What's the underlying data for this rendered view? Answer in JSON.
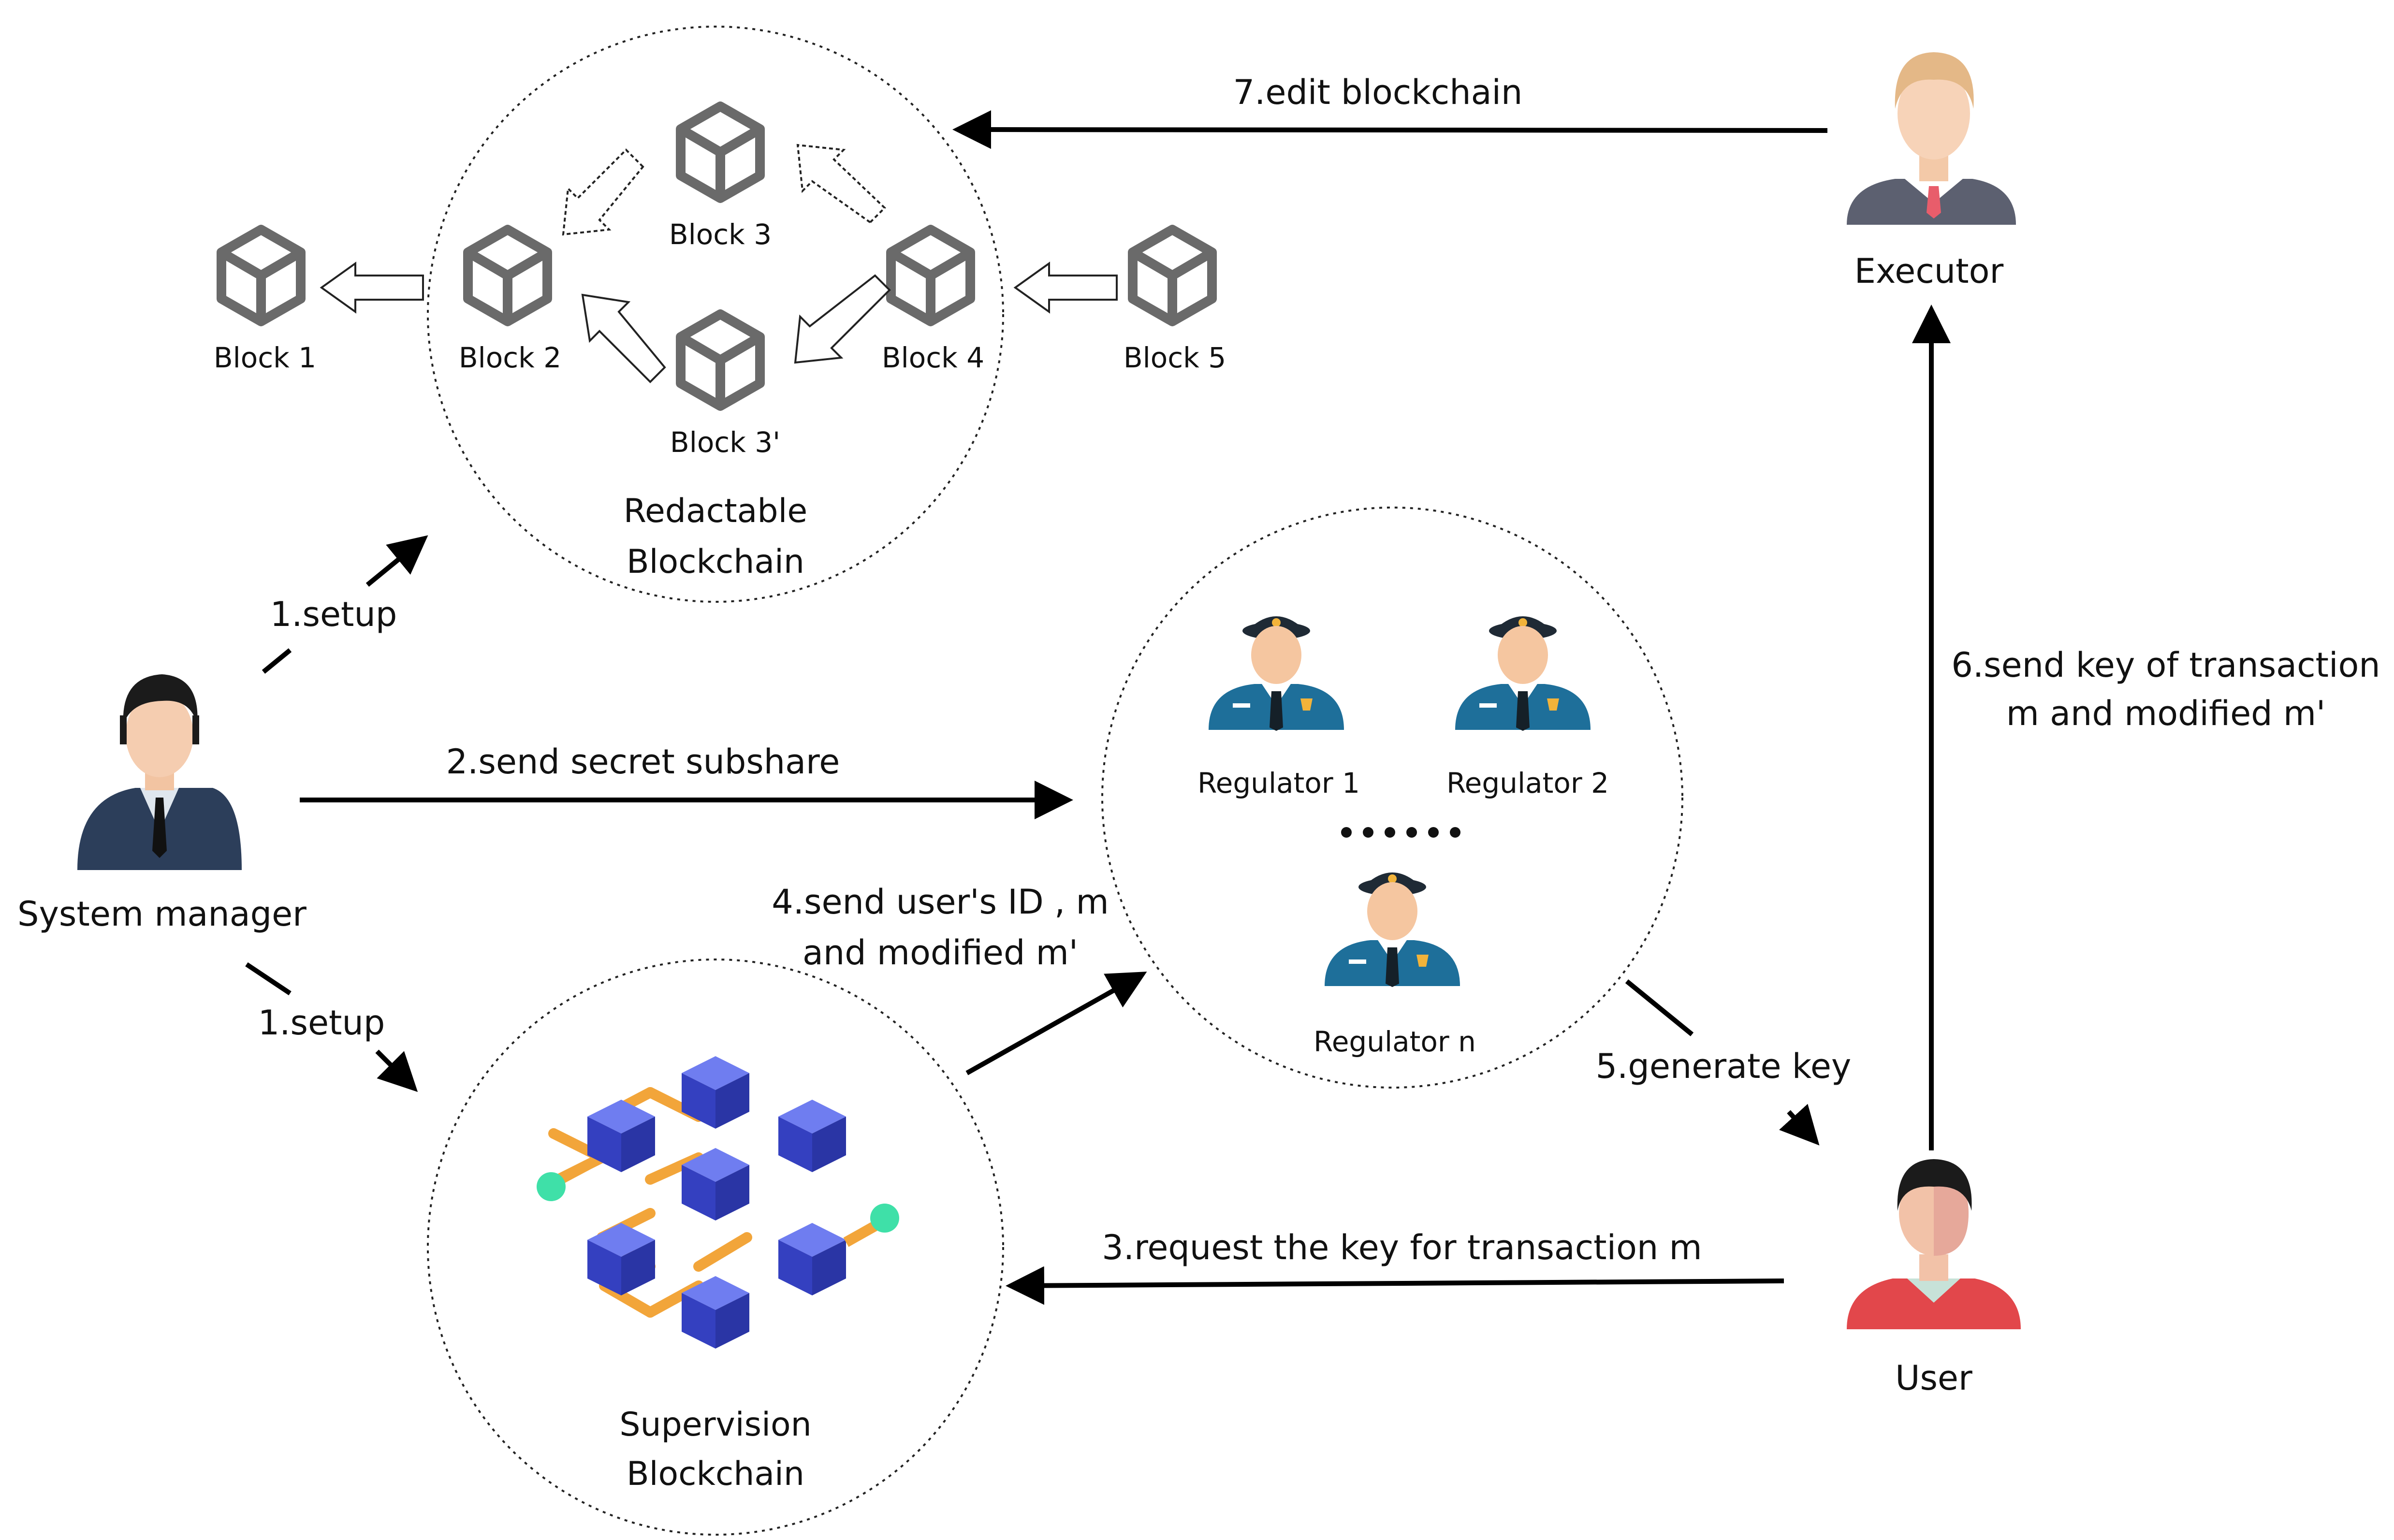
{
  "redactable": {
    "title_line1": "Redactable",
    "title_line2": "Blockchain",
    "blocks": [
      "Block 1",
      "Block 2",
      "Block 3",
      "Block 3'",
      "Block 4",
      "Block 5"
    ]
  },
  "supervision": {
    "title_line1": "Supervision",
    "title_line2": "Blockchain"
  },
  "regulators": [
    "Regulator 1",
    "Regulator 2",
    "Regulator n"
  ],
  "actors": {
    "system_manager": "System manager",
    "executor": "Executor",
    "user": "User"
  },
  "steps": {
    "setup_top": "1.setup",
    "setup_bottom": "1.setup",
    "send_subshare": "2.send secret subshare",
    "request_key": "3.request the key for transaction m",
    "send_id_line1": "4.send user's ID , m",
    "send_id_line2": "and modified m'",
    "generate_key": "5.generate key",
    "send_key_line1": "6.send key of transaction",
    "send_key_line2": "m and modified m'",
    "edit_blockchain": "7.edit blockchain"
  },
  "colors": {
    "cube_gray": "#6a6a6a",
    "supervision_blue": "#3a48c8",
    "supervision_link": "#f2a53a",
    "supervision_node": "#3fe0a8",
    "police_blue": "#1e6f9a",
    "user_red": "#e2474b"
  }
}
